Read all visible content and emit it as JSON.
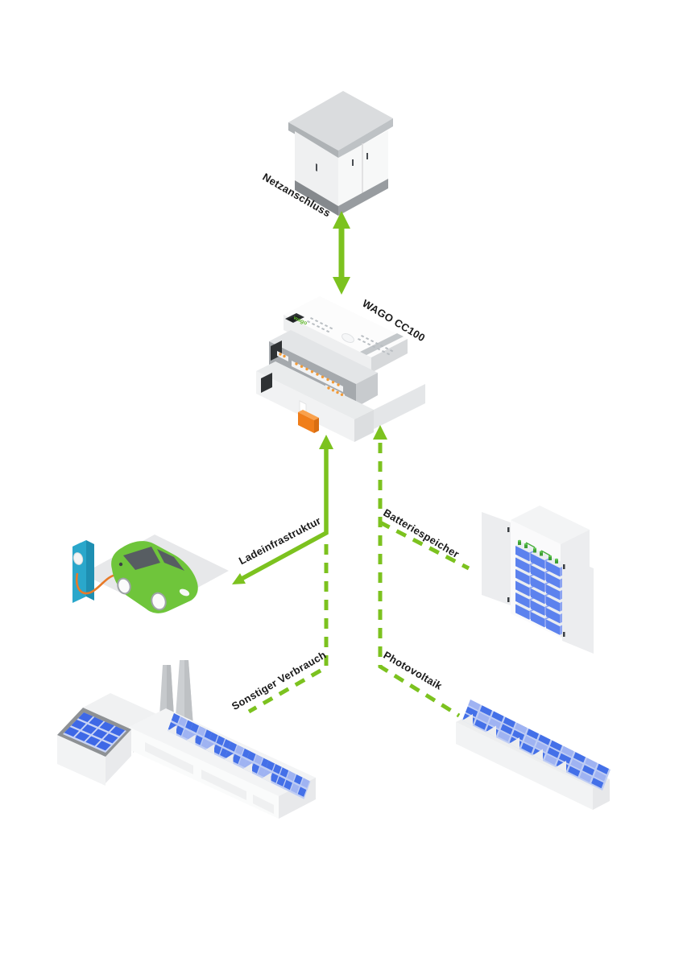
{
  "diagram": {
    "background": "#ffffff",
    "device": {
      "label": "WAGO CC100",
      "logo_text": "wago"
    },
    "nodes": {
      "netzanschluss": {
        "label": "Netzanschluss"
      },
      "ladeinfrastruktur": {
        "label": "Ladeinfrastruktur"
      },
      "batteriespeicher": {
        "label": "Batteriespeicher"
      },
      "sonstiger_verbrauch": {
        "label": "Sonstiger Verbrauch"
      },
      "photovoltaik": {
        "label": "Photovoltaik"
      }
    },
    "connections": [
      {
        "from": "wago_cc100",
        "to": "netzanschluss",
        "style": "solid",
        "arrows": "both"
      },
      {
        "from": "wago_cc100",
        "to": "ladeinfrastruktur",
        "style": "solid",
        "arrows": "both"
      },
      {
        "from": "wago_cc100",
        "to": "batteriespeicher",
        "style": "dashed",
        "arrows": "to-device"
      },
      {
        "from": "wago_cc100",
        "to": "sonstiger_verbrauch",
        "style": "dashed",
        "arrows": "to-device"
      },
      {
        "from": "wago_cc100",
        "to": "photovoltaik",
        "style": "dashed",
        "arrows": "to-device"
      }
    ],
    "colors": {
      "line_green": "#7CC21F",
      "logo_green": "#5FB52C",
      "car_green": "#6FC53B",
      "station_teal": "#2AA7CB",
      "cable_orange": "#E87A28",
      "latch_orange": "#F07E1A",
      "terminal_dot_orange": "#F29B38",
      "battery_front_blue": "#5C82EE",
      "battery_side_blue": "#8CA4F2",
      "battery_terminal_green": "#3F9E35",
      "panel_dark_blue": "#4470E8",
      "panel_light_blue": "#9FB3F2",
      "roof_panel_blue": "#3E68E6",
      "label_color": "#1A1A1A"
    }
  }
}
